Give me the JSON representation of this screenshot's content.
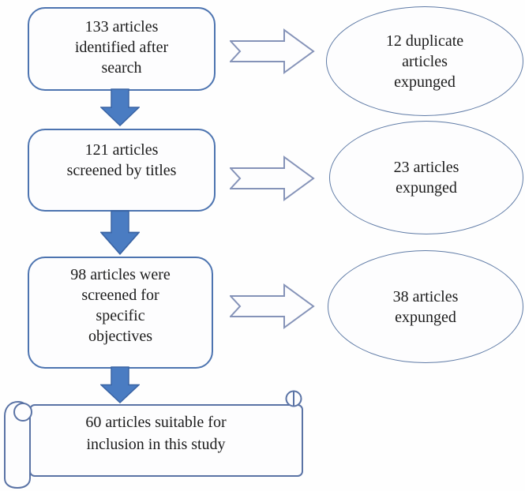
{
  "diagram": {
    "type": "flowchart",
    "description": "Article screening flow diagram (PRISMA-style)",
    "boxes": [
      {
        "id": "identified",
        "lines": [
          "133 articles",
          "identified after",
          "search"
        ]
      },
      {
        "id": "screened-titles",
        "lines": [
          "121 articles",
          "screened by titles"
        ]
      },
      {
        "id": "screened-objectives",
        "lines": [
          "98 articles were",
          "screened for",
          "specific",
          "objectives"
        ]
      }
    ],
    "exclusions": [
      {
        "id": "duplicates-expunged",
        "lines": [
          "12 duplicate",
          "articles",
          "expunged"
        ]
      },
      {
        "id": "titles-expunged",
        "lines": [
          "23 articles",
          "expunged"
        ]
      },
      {
        "id": "objectives-expunged",
        "lines": [
          "38 articles",
          "expunged"
        ]
      }
    ],
    "result": {
      "id": "included",
      "lines": [
        "60 articles suitable for",
        "inclusion in this study"
      ]
    },
    "counts": {
      "identified": 133,
      "after_duplicates": 121,
      "after_titles": 98,
      "included": 60,
      "duplicates_removed": 12,
      "titles_removed": 23,
      "objectives_removed": 38
    },
    "colors": {
      "box_border": "#4d74b0",
      "ellipse_border": "#5f7ba6",
      "notched_arrow_outline": "#8593b8",
      "down_arrow_fill": "#4a7cc2",
      "down_arrow_border": "#3a64a4",
      "scroll_outline": "#5a73a5",
      "text": "#1c1c1c",
      "background": "#fefefe"
    }
  }
}
